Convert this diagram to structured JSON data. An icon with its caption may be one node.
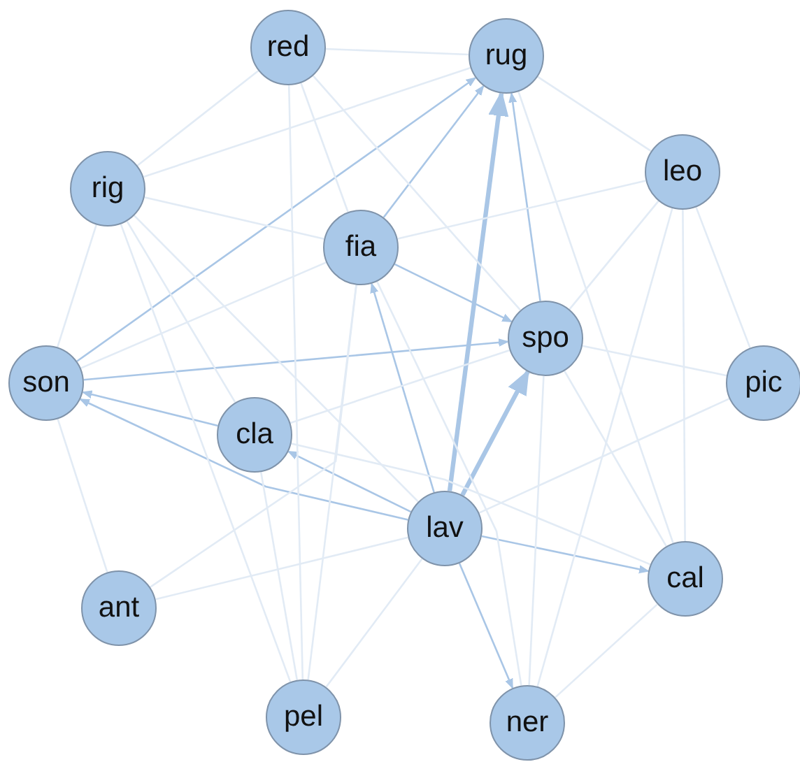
{
  "diagram": {
    "nodes": [
      {
        "text": [
          "red"
        ]
      },
      {
        "text": [
          "rug"
        ]
      },
      {
        "text": [
          "rig"
        ]
      },
      {
        "text": [
          "leo"
        ]
      },
      {
        "text": [
          "fia"
        ]
      },
      {
        "text": [
          "spo"
        ]
      },
      {
        "text": [
          "son"
        ]
      },
      {
        "text": [
          "pic"
        ]
      },
      {
        "text": [
          "cla"
        ]
      },
      {
        "text": [
          "lav"
        ]
      },
      {
        "text": [
          "ant"
        ]
      },
      {
        "text": [
          "cal"
        ]
      },
      {
        "text": [
          "pel"
        ]
      },
      {
        "text": [
          "ner"
        ]
      }
    ],
    "edges": [
      {
        "from": 9,
        "to": 1,
        "arrow": "to",
        "style": "thick"
      },
      {
        "from": 9,
        "to": 5,
        "arrow": "to",
        "style": "thick"
      },
      {
        "from": 9,
        "to": 4,
        "arrow": "to"
      },
      {
        "from": 4,
        "to": 5,
        "arrow": "to"
      },
      {
        "from": 4,
        "to": 1,
        "arrow": "to"
      },
      {
        "from": 6,
        "to": 1,
        "arrow": "to"
      },
      {
        "from": 6,
        "to": 5,
        "arrow": "to"
      },
      {
        "from": 8,
        "to": 6,
        "arrow": "to"
      },
      {
        "from": 9,
        "to": 6,
        "arrow": "to"
      },
      {
        "from": 9,
        "to": 8,
        "arrow": "to"
      },
      {
        "from": 9,
        "to": 11,
        "arrow": "to"
      },
      {
        "from": 9,
        "to": 13,
        "arrow": "to"
      },
      {
        "from": 5,
        "to": 1,
        "arrow": "to"
      },
      {
        "from": 0,
        "to": 1,
        "arrow": "none",
        "color": "#e2ebf5"
      },
      {
        "from": 0,
        "to": 4,
        "arrow": "none",
        "color": "#e2ebf5"
      },
      {
        "from": 0,
        "to": 2,
        "arrow": "none",
        "color": "#e2ebf5"
      },
      {
        "from": 0,
        "to": 12,
        "arrow": "none",
        "color": "#e2ebf5"
      },
      {
        "from": 0,
        "to": 5,
        "arrow": "none",
        "color": "#e2ebf5"
      },
      {
        "from": 2,
        "to": 4,
        "arrow": "none",
        "color": "#e2ebf5"
      },
      {
        "from": 2,
        "to": 6,
        "arrow": "none",
        "color": "#e2ebf5"
      },
      {
        "from": 2,
        "to": 8,
        "arrow": "none",
        "color": "#e2ebf5"
      },
      {
        "from": 2,
        "to": 9,
        "arrow": "none",
        "color": "#e2ebf5"
      },
      {
        "from": 2,
        "to": 1,
        "arrow": "none",
        "color": "#e2ebf5"
      },
      {
        "from": 3,
        "to": 1,
        "arrow": "none",
        "color": "#e2ebf5"
      },
      {
        "from": 3,
        "to": 4,
        "arrow": "none",
        "color": "#e2ebf5"
      },
      {
        "from": 3,
        "to": 5,
        "arrow": "none",
        "color": "#e2ebf5"
      },
      {
        "from": 3,
        "to": 7,
        "arrow": "none",
        "color": "#e2ebf5"
      },
      {
        "from": 3,
        "to": 11,
        "arrow": "none",
        "color": "#e2ebf5"
      },
      {
        "from": 3,
        "to": 13,
        "arrow": "none",
        "color": "#e2ebf5"
      },
      {
        "from": 1,
        "to": 11,
        "arrow": "none",
        "color": "#e2ebf5"
      },
      {
        "from": 5,
        "to": 7,
        "arrow": "none",
        "color": "#e2ebf5"
      },
      {
        "from": 5,
        "to": 11,
        "arrow": "none",
        "color": "#e2ebf5"
      },
      {
        "from": 5,
        "to": 13,
        "arrow": "none",
        "color": "#e2ebf5"
      },
      {
        "from": 6,
        "to": 10,
        "arrow": "none",
        "color": "#e2ebf5"
      },
      {
        "from": 6,
        "to": 4,
        "arrow": "none",
        "color": "#e2ebf5"
      },
      {
        "from": 10,
        "to": 9,
        "arrow": "none",
        "color": "#e2ebf5"
      },
      {
        "from": 10,
        "to": 4,
        "arrow": "none",
        "color": "#e2ebf5"
      },
      {
        "from": 12,
        "to": 8,
        "arrow": "none",
        "color": "#e2ebf5"
      },
      {
        "from": 12,
        "to": 4,
        "arrow": "none",
        "color": "#e2ebf5"
      },
      {
        "from": 12,
        "to": 9,
        "arrow": "none",
        "color": "#e2ebf5"
      },
      {
        "from": 12,
        "to": 2,
        "arrow": "none",
        "color": "#e2ebf5"
      },
      {
        "from": 11,
        "to": 13,
        "arrow": "none",
        "color": "#e2ebf5"
      },
      {
        "from": 8,
        "to": 11,
        "arrow": "none",
        "color": "#e2ebf5"
      },
      {
        "from": 8,
        "to": 5,
        "arrow": "none",
        "color": "#e2ebf5"
      },
      {
        "from": 7,
        "to": 9,
        "arrow": "none",
        "color": "#e2ebf5"
      },
      {
        "from": 13,
        "to": 4,
        "arrow": "none",
        "color": "#e2ebf5"
      }
    ]
  }
}
